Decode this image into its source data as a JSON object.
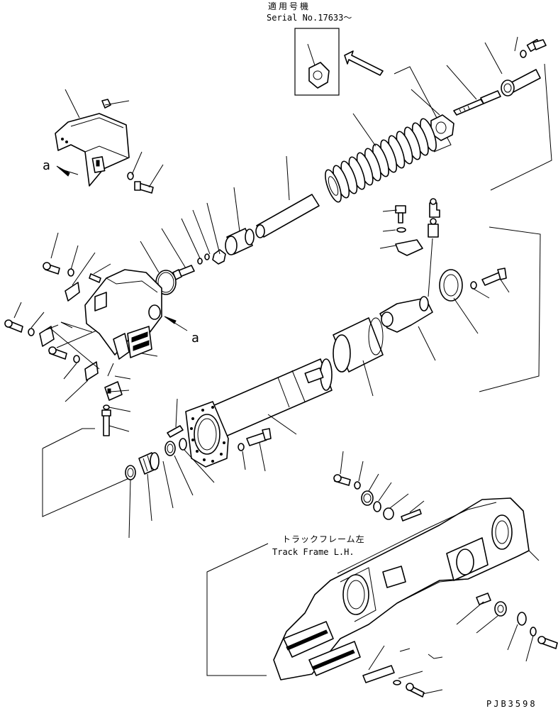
{
  "applicability": {
    "title_jp": "適用号機",
    "serial": "Serial No.17633～"
  },
  "track_frame": {
    "label_jp": "トラックフレーム左",
    "label_en": "Track Frame L.H."
  },
  "view_markers": {
    "upper": "a",
    "lower": "a"
  },
  "drawing_code": "PJB3598",
  "icons": [
    "cover-part",
    "bolt",
    "washer",
    "spring",
    "rod",
    "cylinder",
    "yoke",
    "track-frame",
    "bushing",
    "seal-ring",
    "nut-block",
    "grease-fitting"
  ]
}
